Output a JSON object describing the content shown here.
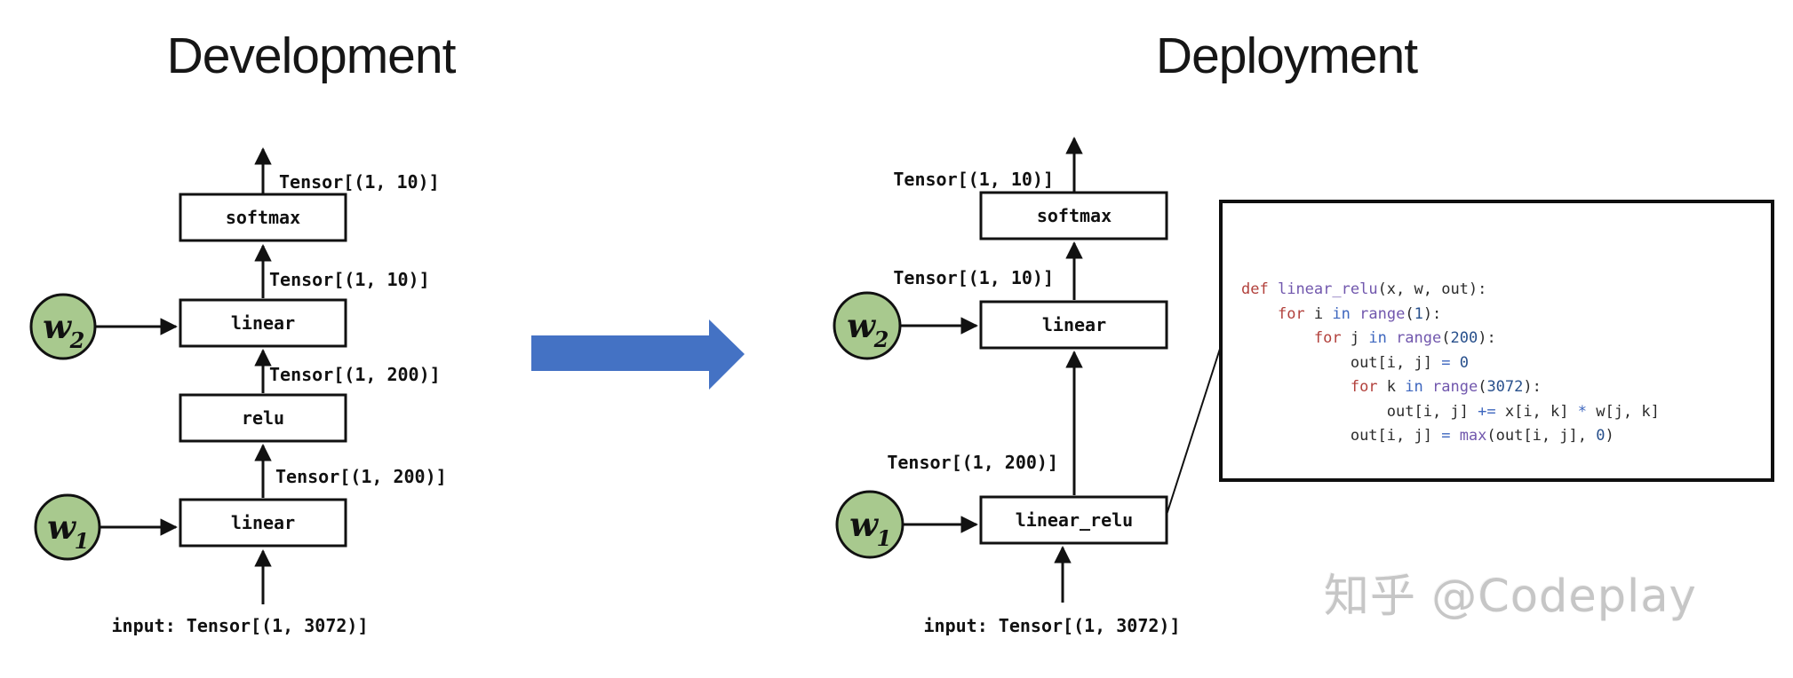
{
  "titles": {
    "left": "Development",
    "right": "Deployment"
  },
  "diagram_left": {
    "boxes": [
      {
        "label": "softmax"
      },
      {
        "label": "linear"
      },
      {
        "label": "relu"
      },
      {
        "label": "linear"
      }
    ],
    "edge_labels": [
      "Tensor[(1, 10)]",
      "Tensor[(1, 10)]",
      "Tensor[(1, 200)]",
      "Tensor[(1, 200)]"
    ],
    "weights": [
      {
        "symbol": "w",
        "sub": "2"
      },
      {
        "symbol": "w",
        "sub": "1"
      }
    ],
    "input_label": "input: Tensor[(1, 3072)]"
  },
  "diagram_right": {
    "boxes": [
      {
        "label": "softmax"
      },
      {
        "label": "linear"
      },
      {
        "label": "linear_relu"
      }
    ],
    "edge_labels": [
      "Tensor[(1, 10)]",
      "Tensor[(1, 10)]",
      "Tensor[(1, 200)]"
    ],
    "weights": [
      {
        "symbol": "w",
        "sub": "2"
      },
      {
        "symbol": "w",
        "sub": "1"
      }
    ],
    "input_label": "input: Tensor[(1, 3072)]"
  },
  "code_panel": {
    "lines": [
      [
        {
          "t": "def",
          "c": "kw"
        },
        {
          "t": " ",
          "c": "pl"
        },
        {
          "t": "linear_relu",
          "c": "fn"
        },
        {
          "t": "(x, w, out):",
          "c": "pl"
        }
      ],
      [
        {
          "t": "    ",
          "c": "pl"
        },
        {
          "t": "for",
          "c": "kw"
        },
        {
          "t": " i ",
          "c": "pl"
        },
        {
          "t": "in",
          "c": "op"
        },
        {
          "t": " ",
          "c": "pl"
        },
        {
          "t": "range",
          "c": "fn"
        },
        {
          "t": "(",
          "c": "pl"
        },
        {
          "t": "1",
          "c": "num"
        },
        {
          "t": "):",
          "c": "pl"
        }
      ],
      [
        {
          "t": "        ",
          "c": "pl"
        },
        {
          "t": "for",
          "c": "kw"
        },
        {
          "t": " j ",
          "c": "pl"
        },
        {
          "t": "in",
          "c": "op"
        },
        {
          "t": " ",
          "c": "pl"
        },
        {
          "t": "range",
          "c": "fn"
        },
        {
          "t": "(",
          "c": "pl"
        },
        {
          "t": "200",
          "c": "num"
        },
        {
          "t": "):",
          "c": "pl"
        }
      ],
      [
        {
          "t": "            ",
          "c": "pl"
        },
        {
          "t": "out[i, j] ",
          "c": "pl"
        },
        {
          "t": "=",
          "c": "op"
        },
        {
          "t": " ",
          "c": "pl"
        },
        {
          "t": "0",
          "c": "num"
        }
      ],
      [
        {
          "t": "            ",
          "c": "pl"
        },
        {
          "t": "for",
          "c": "kw"
        },
        {
          "t": " k ",
          "c": "pl"
        },
        {
          "t": "in",
          "c": "op"
        },
        {
          "t": " ",
          "c": "pl"
        },
        {
          "t": "range",
          "c": "fn"
        },
        {
          "t": "(",
          "c": "pl"
        },
        {
          "t": "3072",
          "c": "num"
        },
        {
          "t": "):",
          "c": "pl"
        }
      ],
      [
        {
          "t": "                ",
          "c": "pl"
        },
        {
          "t": "out[i, j] ",
          "c": "pl"
        },
        {
          "t": "+=",
          "c": "op"
        },
        {
          "t": " x[i, k] ",
          "c": "pl"
        },
        {
          "t": "*",
          "c": "op"
        },
        {
          "t": " w[j, k]",
          "c": "pl"
        }
      ],
      [
        {
          "t": "            ",
          "c": "pl"
        },
        {
          "t": "out[i, j] ",
          "c": "pl"
        },
        {
          "t": "=",
          "c": "op"
        },
        {
          "t": " ",
          "c": "pl"
        },
        {
          "t": "max",
          "c": "fn"
        },
        {
          "t": "(out[i, j], ",
          "c": "pl"
        },
        {
          "t": "0",
          "c": "num"
        },
        {
          "t": ")",
          "c": "pl"
        }
      ]
    ]
  },
  "watermark": "知乎 @Codeplay",
  "colors": {
    "accent_arrow": "#4472c4",
    "node_fill": "#a8c98e",
    "node_stroke": "#111111",
    "kw": "#b2413c",
    "fn": "#7157ad",
    "op": "#3d66be",
    "num": "#28508c",
    "pl": "#2b2b2b"
  }
}
